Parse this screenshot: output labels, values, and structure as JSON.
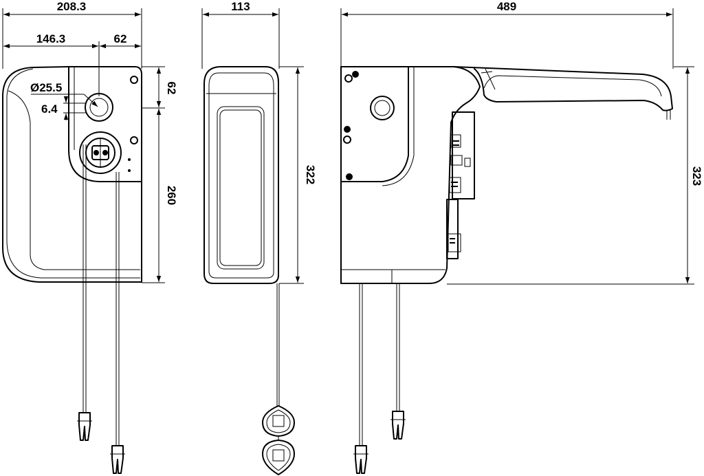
{
  "dimensions": {
    "front_total_width": "208.3",
    "front_left_to_axis": "146.3",
    "front_axis_to_right": "62",
    "hole_diameter": "Ø25.5",
    "hole_offset": "6.4",
    "front_top_to_axis": "62",
    "front_axis_to_bottom": "260",
    "side_width": "113",
    "side_height": "322",
    "arm_length": "489",
    "arm_height": "323"
  }
}
